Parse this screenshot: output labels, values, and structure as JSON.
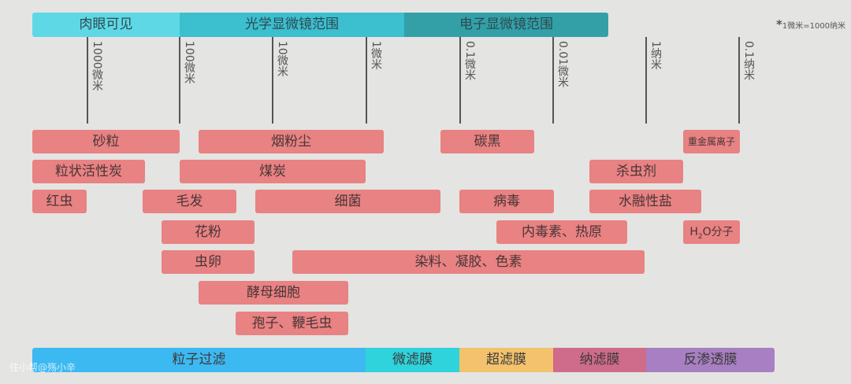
{
  "header": {
    "naked_eye": "肉眼可见",
    "optical": "光学显微镜范围",
    "electron": "电子显微镜范围",
    "note_star": "*",
    "note": "1微米=1000纳米"
  },
  "scale": [
    "1000微米",
    "100微米",
    "10微米",
    "1微米",
    "0.1微米",
    "0.01微米",
    "1纳米",
    "0.1纳米"
  ],
  "particles": {
    "sand": "砂粒",
    "smoke": "烟粉尘",
    "carbon_black": "碳黑",
    "heavy_metal": "重金属离子",
    "gac": "粒状活性炭",
    "coal": "煤炭",
    "pesticide": "杀虫剂",
    "red_worm": "红虫",
    "hair": "毛发",
    "bacteria": "细菌",
    "virus": "病毒",
    "salt": "水融性盐",
    "pollen": "花粉",
    "endotoxin": "内毒素、热原",
    "h2o_h": "H",
    "h2o_sub": "2",
    "h2o_rest": "O分子",
    "eggs": "虫卵",
    "dyes": "染料、凝胶、色素",
    "yeast": "酵母细胞",
    "spores": "孢子、鞭毛虫"
  },
  "filters": [
    "粒子过滤",
    "微滤膜",
    "超滤膜",
    "纳滤膜",
    "反渗透膜"
  ],
  "watermark": "住小帮@殇小辛",
  "colors": {
    "bar": "#e88283",
    "naked": "#5fd8e6",
    "optical": "#3cbfcf",
    "electron": "#33a0a8",
    "particle_filter": "#3db9f2",
    "mf": "#2fd3dc",
    "uf": "#f4c26c",
    "nf": "#cf6b8b",
    "ro": "#a87fc2"
  }
}
